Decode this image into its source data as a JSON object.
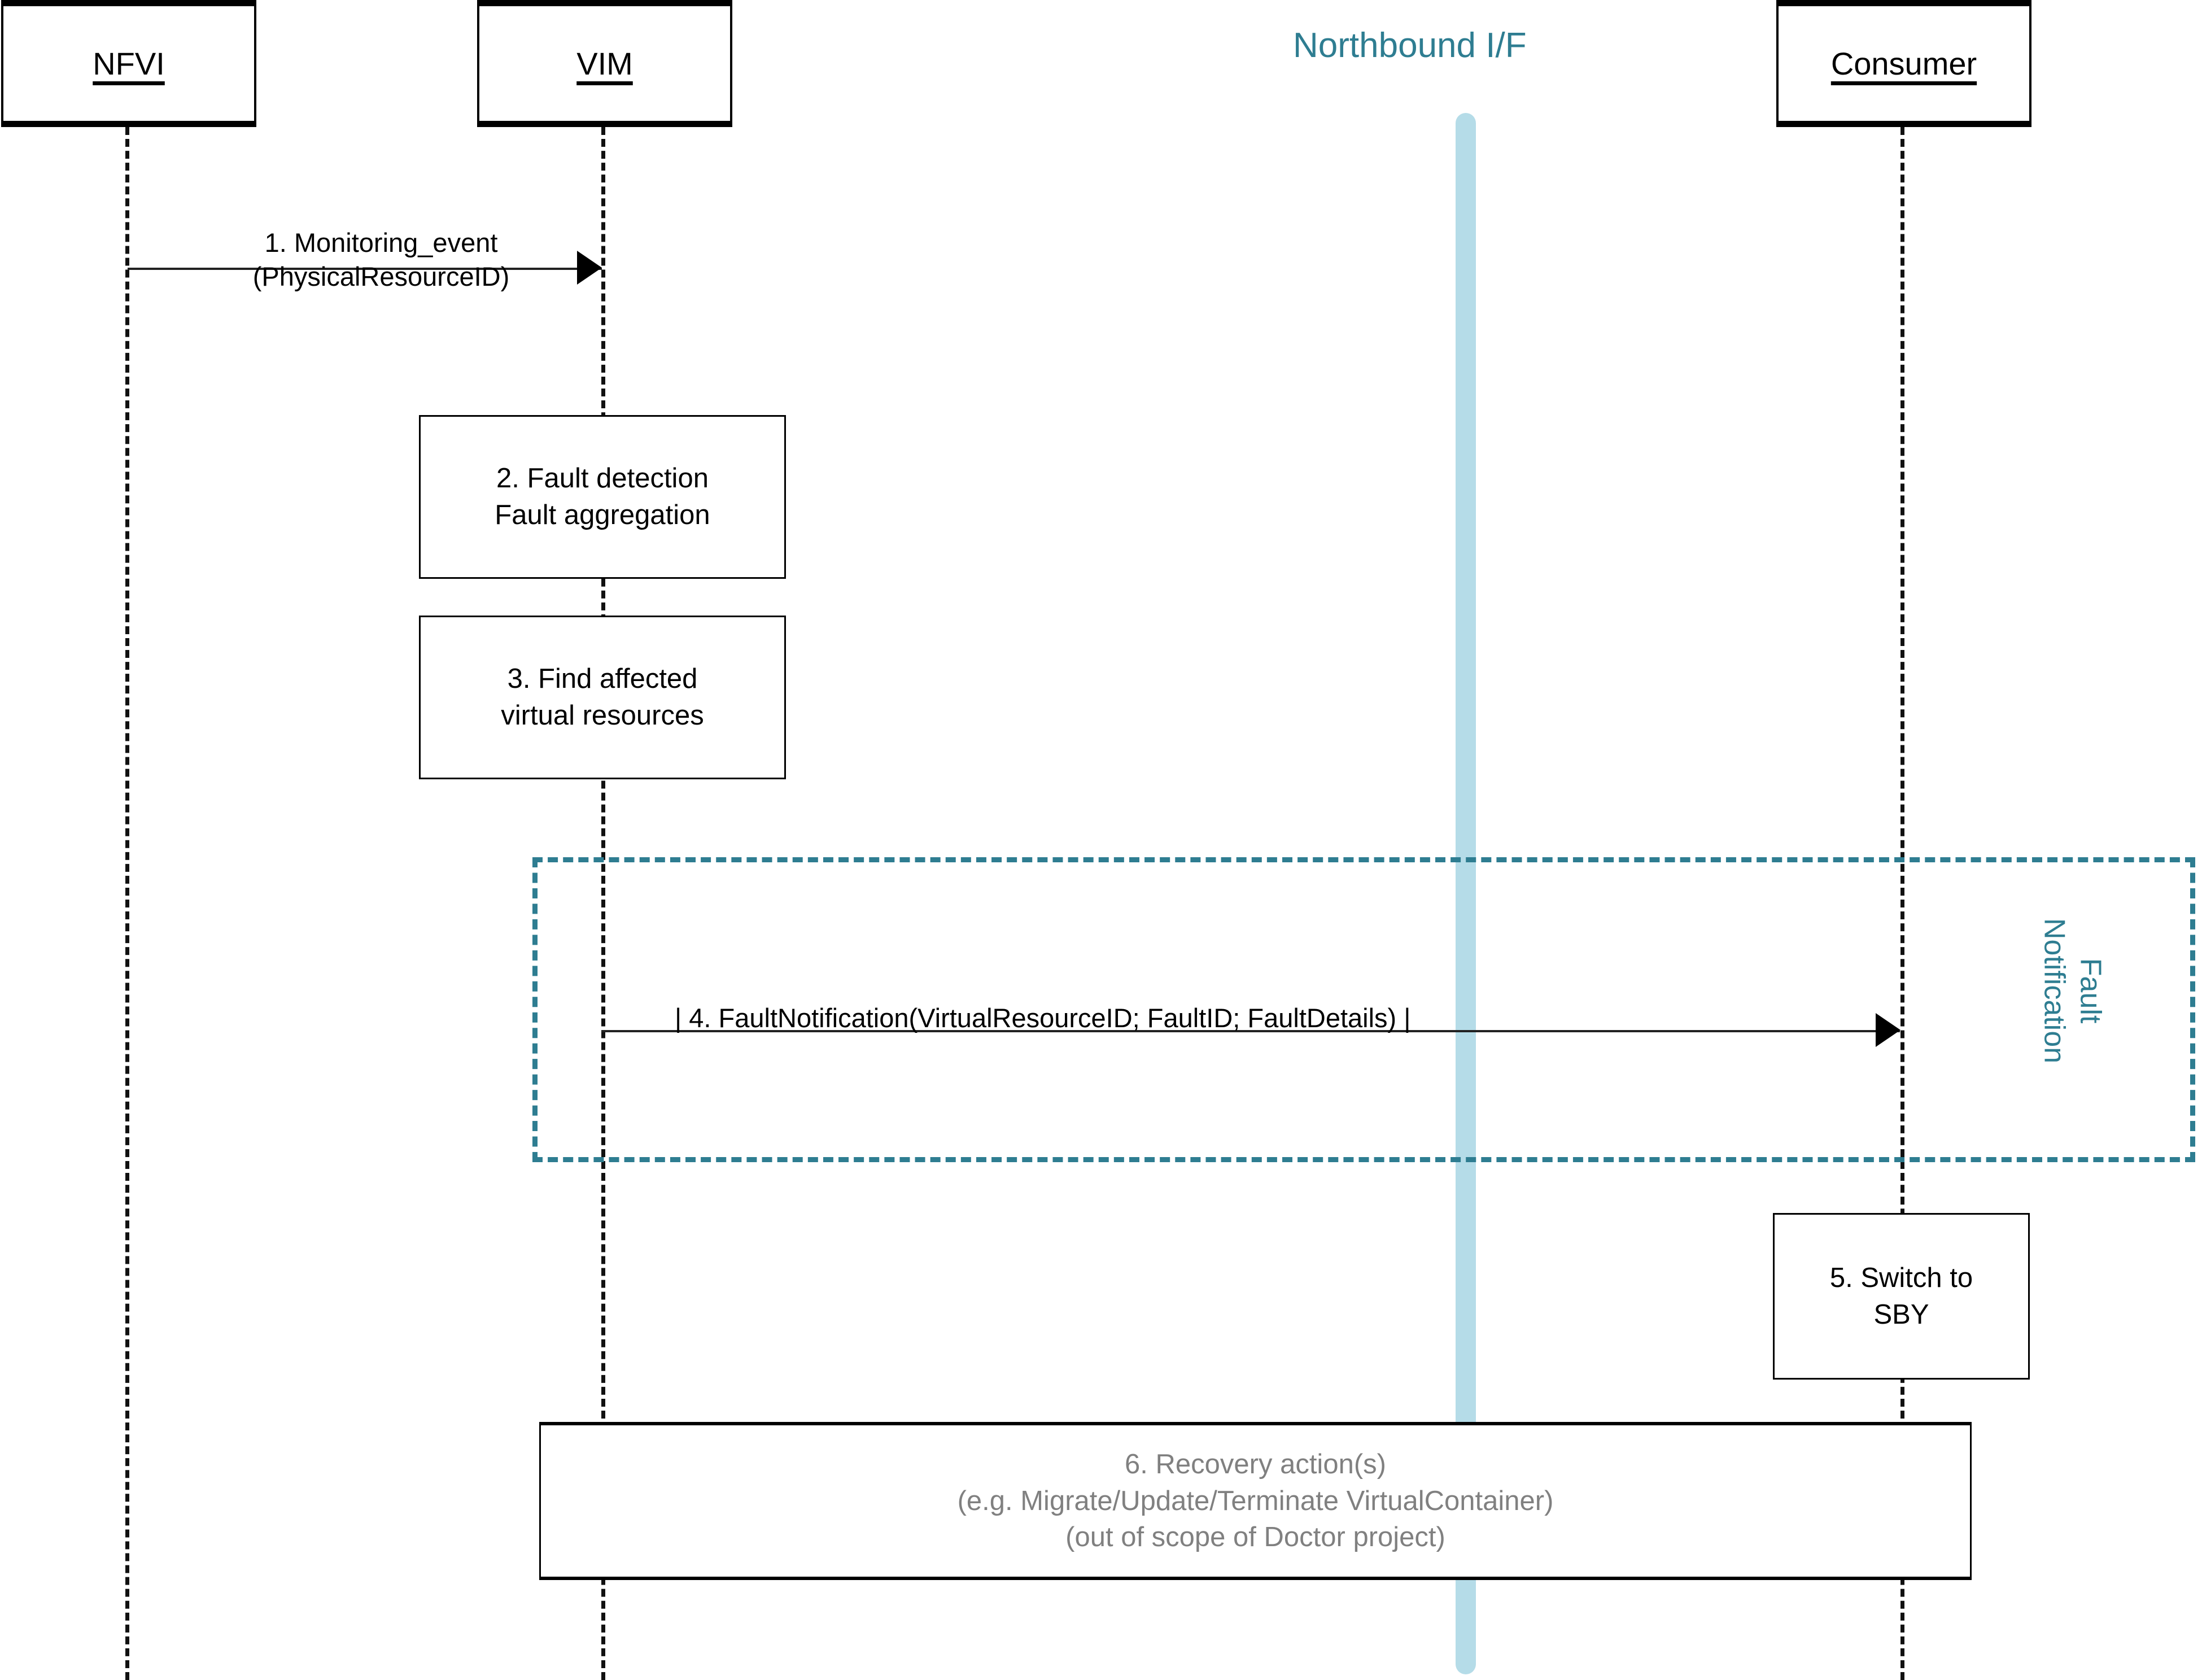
{
  "diagram": {
    "title": "Fault management sequence diagram",
    "colors": {
      "teal": "#2e7d91",
      "light_blue": "#b5dce8",
      "black": "#000000",
      "gray_text": "#808080"
    }
  },
  "lifelines": [
    {
      "id": "nfvi",
      "label": "NFVI"
    },
    {
      "id": "vim",
      "label": "VIM"
    },
    {
      "id": "consumer",
      "label": "Consumer"
    }
  ],
  "interface": {
    "label": "Northbound I/F"
  },
  "messages": [
    {
      "id": "msg1",
      "number": "1.",
      "line1": "1. Monitoring_event",
      "line2": "(PhysicalResourceID)",
      "from": "NFVI",
      "to": "VIM"
    },
    {
      "id": "msg4",
      "number": "4.",
      "text": "| 4. FaultNotification(VirtualResourceID; FaultID; FaultDetails) |",
      "from": "VIM",
      "to": "Consumer"
    }
  ],
  "actions": [
    {
      "id": "action2",
      "lifeline": "VIM",
      "line1": "2. Fault detection",
      "line2": "Fault aggregation"
    },
    {
      "id": "action3",
      "lifeline": "VIM",
      "line1": "3. Find affected",
      "line2": "virtual resources"
    },
    {
      "id": "action5",
      "lifeline": "Consumer",
      "line1": "5. Switch to",
      "line2": "SBY"
    }
  ],
  "recovery": {
    "id": "action6",
    "line1": "6. Recovery action(s)",
    "line2": "(e.g. Migrate/Update/Terminate VirtualContainer)",
    "line3": "(out of scope of Doctor project)"
  },
  "fragment": {
    "id": "fault-notification-fragment",
    "label_line1": "Fault",
    "label_line2": "Notification"
  }
}
